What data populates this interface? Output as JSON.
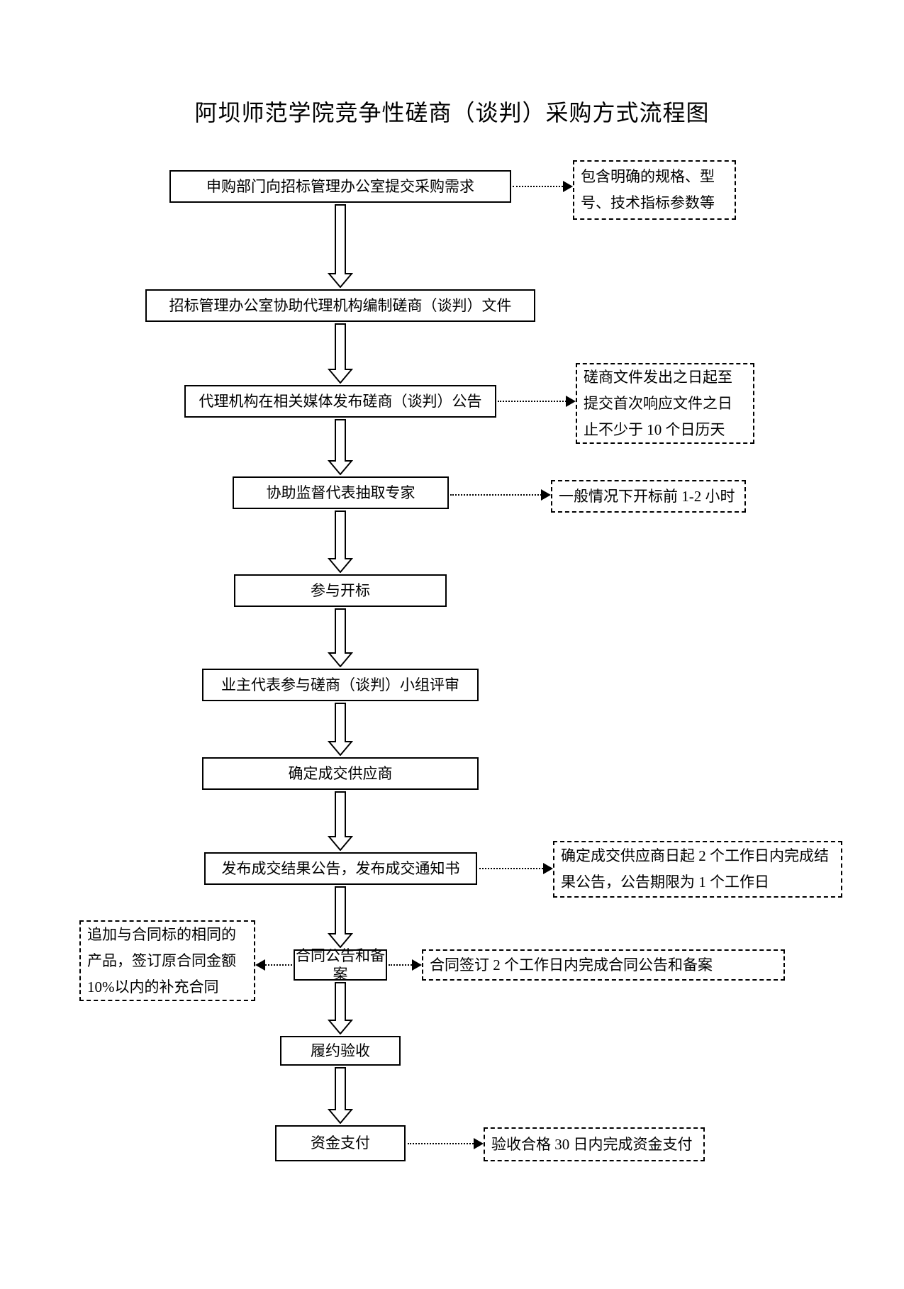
{
  "title": "阿坝师范学院竞争性磋商（谈判）采购方式流程图",
  "steps": [
    {
      "label": "申购部门向招标管理办公室提交采购需求"
    },
    {
      "label": "招标管理办公室协助代理机构编制磋商（谈判）文件"
    },
    {
      "label": "代理机构在相关媒体发布磋商（谈判）公告"
    },
    {
      "label": "协助监督代表抽取专家"
    },
    {
      "label": "参与开标"
    },
    {
      "label": "业主代表参与磋商（谈判）小组评审"
    },
    {
      "label": "确定成交供应商"
    },
    {
      "label": "发布成交结果公告，发布成交通知书"
    },
    {
      "label": "合同公告和备案"
    },
    {
      "label": "履约验收"
    },
    {
      "label": "资金支付"
    }
  ],
  "annotations": [
    {
      "step": 1,
      "side": "right",
      "text": "包含明确的规格、型号、技术指标参数等"
    },
    {
      "step": 3,
      "side": "right",
      "text": "磋商文件发出之日起至提交首次响应文件之日止不少于 10 个日历天"
    },
    {
      "step": 4,
      "side": "right",
      "text": "一般情况下开标前 1-2 小时"
    },
    {
      "step": 8,
      "side": "right",
      "text": "确定成交供应商日起 2 个工作日内完成结果公告，公告期限为 1 个工作日"
    },
    {
      "step": 9,
      "side": "left",
      "text": "追加与合同标的相同的产品，签订原合同金额 10%以内的补充合同"
    },
    {
      "step": 9,
      "side": "right",
      "text": "合同签订 2 个工作日内完成合同公告和备案"
    },
    {
      "step": 11,
      "side": "right",
      "text": "验收合格 30 日内完成资金支付"
    }
  ],
  "colors": {
    "ink": "#000000",
    "background": "#ffffff"
  }
}
